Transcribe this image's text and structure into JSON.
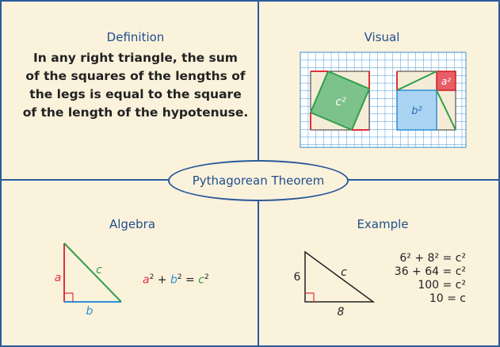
{
  "center": {
    "title": "Pythagorean Theorem"
  },
  "definition": {
    "heading": "Definition",
    "lines": [
      "In any right triangle, the sum",
      "of the squares of the lengths of",
      "the legs is equal to the square",
      "of the length of the hypotenuse."
    ]
  },
  "visual": {
    "heading": "Visual",
    "c2_label": "c²",
    "a2_label": "a²",
    "b2_label": "b²"
  },
  "algebra": {
    "heading": "Algebra",
    "side_a": "a",
    "side_b": "b",
    "side_c": "c",
    "eq_a": "a",
    "eq_b": "b",
    "eq_c": "c",
    "plus": "+",
    "equals": "=",
    "exp": "2"
  },
  "example": {
    "heading": "Example",
    "side_6": "6",
    "side_8": "8",
    "side_c": "c",
    "steps": [
      "6² + 8² = c²",
      "36 + 64 = c²",
      "100 = c²",
      "10 = c"
    ]
  },
  "colors": {
    "border": "#2a5a9a",
    "background": "#fbf2dc",
    "a_red": "#e0303a",
    "b_blue": "#2b8fd6",
    "c_green": "#2f9e4a"
  }
}
